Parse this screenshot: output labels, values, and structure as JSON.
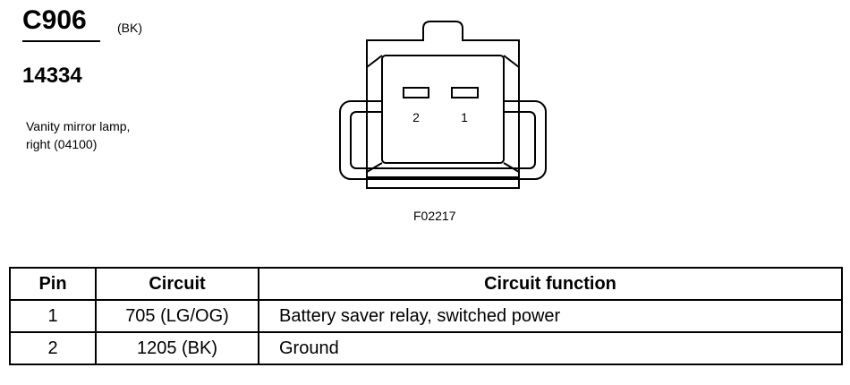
{
  "connector": {
    "id": "C906",
    "color_code": "(BK)",
    "part_number": "14334",
    "description_lines": [
      "Vanity mirror lamp,",
      "right (04100)"
    ]
  },
  "diagram": {
    "pin_labels": [
      "2",
      "1"
    ],
    "figure_code": "F02217"
  },
  "pin_table": {
    "headers": [
      "Pin",
      "Circuit",
      "Circuit function"
    ],
    "rows": [
      [
        "1",
        "705 (LG/OG)",
        "Battery saver relay, switched power"
      ],
      [
        "2",
        "1205 (BK)",
        "Ground"
      ]
    ]
  }
}
